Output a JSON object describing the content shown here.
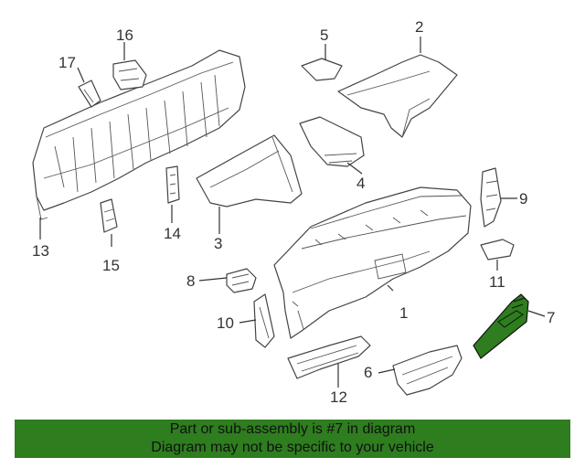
{
  "callouts": [
    "1",
    "2",
    "3",
    "4",
    "5",
    "6",
    "7",
    "8",
    "9",
    "10",
    "11",
    "12",
    "13",
    "14",
    "15",
    "16",
    "17"
  ],
  "highlight": {
    "part_number": "7",
    "color": "#2e7d1f"
  },
  "banner": {
    "color": "#2e7d1f",
    "line1": "Part or sub-assembly is #7 in diagram",
    "line2": "Diagram may not be specific to your vehicle"
  }
}
